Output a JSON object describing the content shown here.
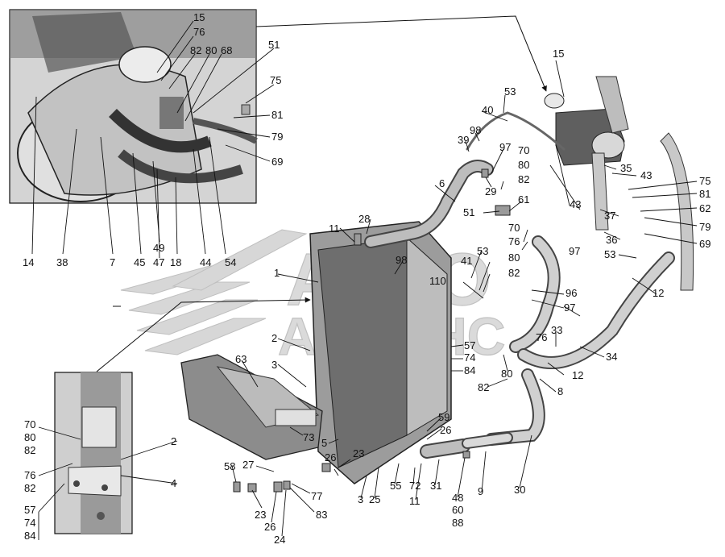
{
  "watermark": {
    "line1": "АВТО",
    "line2": "АЛЬЯНС"
  },
  "colors": {
    "background": "#ffffff",
    "line": "#111111",
    "part_fill": "#c9c9c9",
    "part_dark": "#8a8a8a",
    "watermark": "#9a9a9a"
  },
  "labels": {
    "n15a": "15",
    "n76a": "76",
    "n82a": "82",
    "n80a": "80",
    "n68": "68",
    "n51a": "51",
    "n75a": "75",
    "n81a": "81",
    "n79a": "79",
    "n69a": "69",
    "n14": "14",
    "n38": "38",
    "n7": "7",
    "n45": "45",
    "n49": "49",
    "n47": "47",
    "n18": "18",
    "n44": "44",
    "n54": "54",
    "n15b": "15",
    "n53a": "53",
    "n40": "40",
    "n98a": "98",
    "n39": "39",
    "n97a": "97",
    "n70a": "70",
    "n80b": "80",
    "n82b": "82",
    "n6": "6",
    "n29": "29",
    "n35": "35",
    "n43a": "43",
    "n43b": "43",
    "n75b": "75",
    "n81b": "81",
    "n62": "62",
    "n79b": "79",
    "n69b": "69",
    "n37": "37",
    "n36": "36",
    "n53b": "53",
    "n12a": "12",
    "n61": "61",
    "n51b": "51",
    "n28": "28",
    "n11a": "11",
    "n98b": "98",
    "n1": "1",
    "n70b": "70",
    "n76b": "76",
    "n53c": "53",
    "n80c": "80",
    "n82c": "82",
    "n41": "41",
    "n97b": "97",
    "n110": "110",
    "n96": "96",
    "n97c": "97",
    "n76c": "76",
    "n33": "33",
    "n34": "34",
    "n12b": "12",
    "n2a": "2",
    "n57a": "57",
    "n74a": "74",
    "n84a": "84",
    "n80d": "80",
    "n82d": "82",
    "n8": "8",
    "n63": "63",
    "n3a": "3",
    "n73": "73",
    "n5": "5",
    "n59": "59",
    "n26a": "26",
    "n26b": "26",
    "n23a": "23",
    "n27": "27",
    "n58": "58",
    "n23b": "23",
    "n26c": "26",
    "n24": "24",
    "n77": "77",
    "n83": "83",
    "n3b": "3",
    "n25": "25",
    "n55": "55",
    "n72": "72",
    "n11b": "11",
    "n31": "31",
    "n48": "48",
    "n60": "60",
    "n88": "88",
    "n9": "9",
    "n30": "30",
    "n70c": "70",
    "n80e": "80",
    "n82e": "82",
    "n2b": "2",
    "n76d": "76",
    "n82f": "82",
    "n4": "4",
    "n57b": "57",
    "n74b": "74",
    "n84b": "84"
  }
}
